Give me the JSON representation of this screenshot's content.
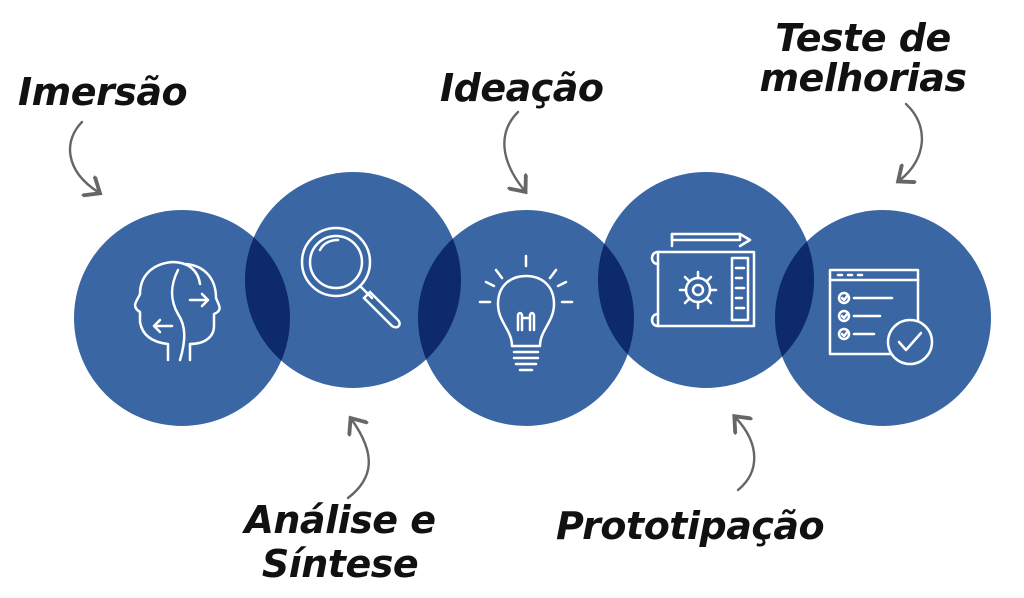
{
  "colors": {
    "circle": "#3a67a4",
    "overlap": "#0d2a6a",
    "icon": "#ffffff",
    "arrow": "#666666",
    "text": "#111111"
  },
  "stages": [
    {
      "label": "Imersão",
      "icon": "heads-swap-icon"
    },
    {
      "label": "Análise e Síntese",
      "icon": "magnifier-icon"
    },
    {
      "label": "Ideação",
      "icon": "lightbulb-icon"
    },
    {
      "label": "Prototipação",
      "icon": "blueprint-gear-icon"
    },
    {
      "label": "Teste de melhorias",
      "icon": "checklist-icon"
    }
  ],
  "labels": {
    "imersao": "Imersão",
    "analise_line1": "Análise e",
    "analise_line2": "Síntese",
    "ideacao": "Ideação",
    "prototipacao": "Prototipação",
    "teste_line1": "Teste de",
    "teste_line2": "melhorias"
  }
}
